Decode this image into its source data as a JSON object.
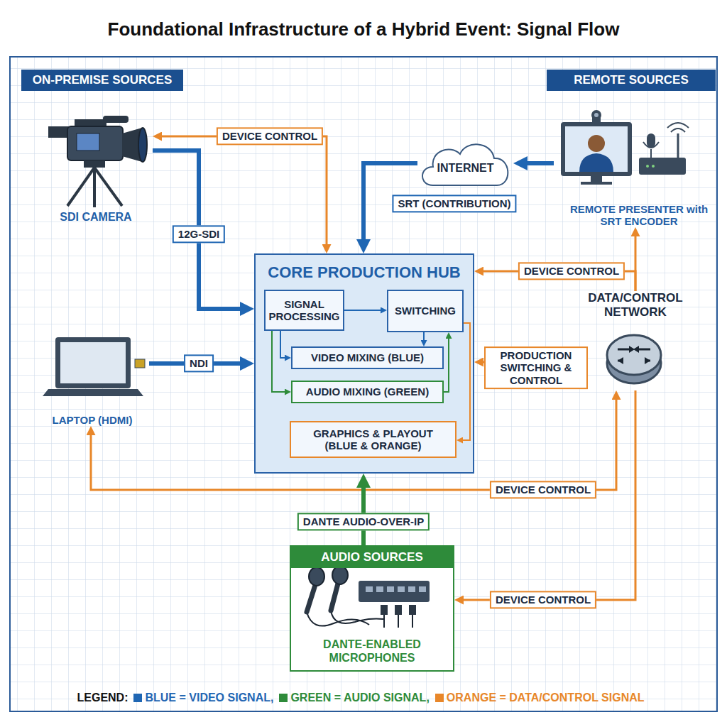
{
  "diagram": {
    "title": "Foundational Infrastructure of a Hybrid Event: Signal Flow",
    "nodes": [
      {
        "text": [
          "ON-PREMISE SOURCES"
        ]
      },
      {
        "text": [
          "REMOTE SOURCES"
        ]
      },
      {
        "text": [
          "SDI CAMERA"
        ]
      },
      {
        "text": [
          "INTERNET"
        ]
      },
      {
        "text": [
          "REMOTE PRESENTER with SRT ENCODER"
        ]
      },
      {
        "text": [
          "CORE PRODUCTION HUB"
        ]
      },
      {
        "text": [
          "SIGNAL PROCESSING"
        ],
        "in": 5
      },
      {
        "text": [
          "SWITCHING"
        ],
        "in": 5
      },
      {
        "text": [
          "VIDEO MIXING (BLUE)"
        ],
        "in": 5
      },
      {
        "text": [
          "AUDIO MIXING (GREEN)"
        ],
        "in": 5
      },
      {
        "text": [
          "GRAPHICS & PLAYOUT (BLUE & ORANGE)"
        ],
        "in": 5
      },
      {
        "text": [
          "DATA/CONTROL NETWORK"
        ]
      },
      {
        "text": [
          "LAPTOP (HDMI)"
        ]
      },
      {
        "text": [
          "AUDIO SOURCES",
          "DANTE-ENABLED MICROPHONES"
        ]
      }
    ],
    "edges": [
      {
        "from": 2,
        "to": 5,
        "label": "12G-SDI",
        "arrow": "to"
      },
      {
        "from": 5,
        "to": 2,
        "label": "DEVICE CONTROL",
        "arrow": "both"
      },
      {
        "from": 12,
        "to": 5,
        "label": "NDI",
        "arrow": "to"
      },
      {
        "from": 4,
        "to": 3,
        "arrow": "to"
      },
      {
        "from": 3,
        "to": 5,
        "label": "SRT (CONTRIBUTION)",
        "arrow": "to"
      },
      {
        "from": 11,
        "to": 5,
        "label": "DEVICE CONTROL",
        "arrow": "to"
      },
      {
        "from": 11,
        "to": 4,
        "arrow": "to"
      },
      {
        "from": 11,
        "to": 5,
        "label": "PRODUCTION SWITCHING & CONTROL",
        "arrow": "to"
      },
      {
        "from": 11,
        "to": 12,
        "label": "DEVICE CONTROL",
        "arrow": "both"
      },
      {
        "from": 13,
        "to": 5,
        "label": "DANTE AUDIO-OVER-IP",
        "arrow": "to"
      },
      {
        "from": 11,
        "to": 13,
        "label": "DEVICE CONTROL",
        "arrow": "to"
      },
      {
        "from": 6,
        "to": 7,
        "arrow": "to"
      },
      {
        "from": 6,
        "to": 8,
        "arrow": "to"
      },
      {
        "from": 7,
        "to": 8,
        "arrow": "to"
      },
      {
        "from": 6,
        "to": 9,
        "arrow": "to"
      },
      {
        "from": 9,
        "to": 7,
        "arrow": "to"
      },
      {
        "from": 7,
        "to": 10,
        "arrow": "to"
      }
    ],
    "labels": [
      "LEGEND:"
    ],
    "legend": [
      {
        "text": "BLUE = VIDEO SIGNAL,",
        "color": "#1f66b3"
      },
      {
        "text": "GREEN = AUDIO SIGNAL,",
        "color": "#2e8b3a"
      },
      {
        "text": "ORANGE = DATA/CONTROL SIGNAL",
        "color": "#e8872a"
      }
    ]
  }
}
